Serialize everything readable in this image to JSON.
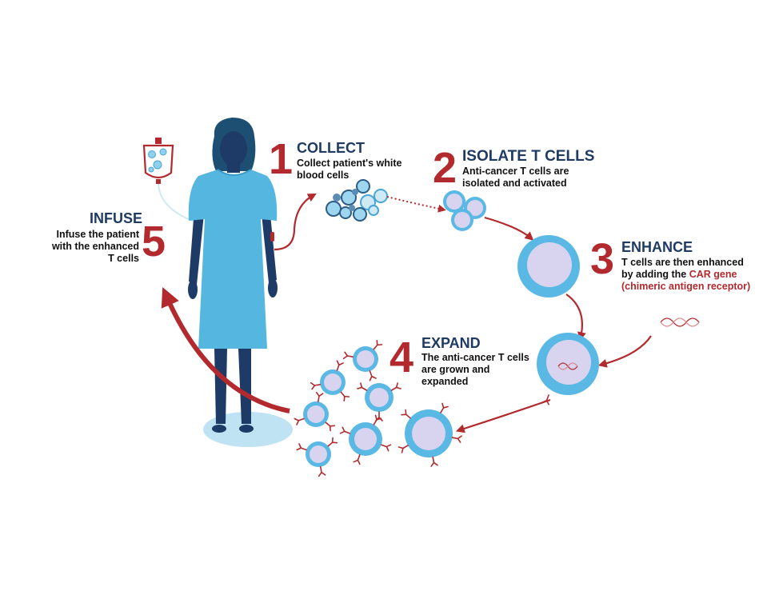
{
  "steps": [
    {
      "number": "1",
      "title": "COLLECT",
      "lines": [
        "Collect patient's white",
        "blood cells"
      ]
    },
    {
      "number": "2",
      "title": "ISOLATE T CELLS",
      "lines": [
        "Anti-cancer T cells are",
        "isolated and activated"
      ]
    },
    {
      "number": "3",
      "title": "ENHANCE",
      "lines": [
        "T cells are then enhanced",
        "by adding the",
        "(chimeric antigen receptor)"
      ],
      "highlight": "CAR gene"
    },
    {
      "number": "4",
      "title": "EXPAND",
      "lines": [
        "The anti-cancer T cells",
        "are grown and",
        "expanded"
      ]
    },
    {
      "number": "5",
      "title": "INFUSE",
      "lines": [
        "Infuse the patient",
        "with the enhanced",
        "T cells"
      ]
    }
  ],
  "colors": {
    "accent_red": "#b22a2e",
    "title_navy": "#1f3b63",
    "gown_blue": "#55b7e0",
    "silhouette": "#1d3b66",
    "cell_blue": "#5ab8e4",
    "cell_core": "#d8d4ef"
  },
  "icons": [
    "iv-bag-icon",
    "patient-figure",
    "blood-cells",
    "t-cell",
    "dna-strand-icon",
    "car-receptor-icon"
  ]
}
